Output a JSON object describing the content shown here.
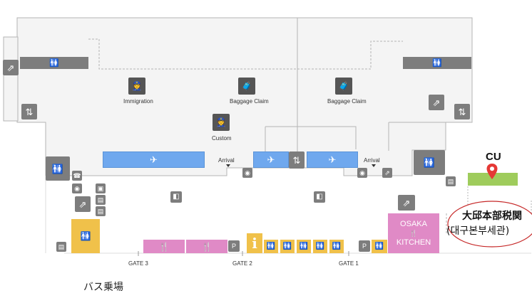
{
  "labels": {
    "immigration": "Immigration",
    "baggage_claim_left": "Baggage Claim",
    "baggage_claim_right": "Baggage Claim",
    "custom": "Custom",
    "arrival_left": "Arrival",
    "arrival_right": "Arrival",
    "gate3": "GATE 3",
    "gate2": "GATE 2",
    "gate1": "GATE 1",
    "bus_stop": "バス乗場",
    "cu": "CU",
    "customs_office_jp": "大邱本部税関",
    "customs_office_kr": "(대구본부세관)",
    "osaka_kitchen_line1": "OSAKA",
    "osaka_kitchen_line2": "KITCHEN",
    "info": "i"
  },
  "icons": {
    "escalator": "escalator-icon",
    "elevator": "elevator-icon",
    "restroom": "restroom-icon",
    "airplane": "airplane-icon",
    "immigration": "immigration-officer-icon",
    "baggage": "baggage-claim-icon",
    "customs": "customs-officer-icon",
    "restaurant": "fork-knife-icon",
    "parking": "parking-icon",
    "map_pin": "map-pin-icon",
    "info": "information-icon",
    "phone": "phone-icon",
    "bus": "bus-icon",
    "atm": "atm-icon",
    "nursery": "nursery-icon"
  },
  "colors": {
    "floor": "#f4f4f4",
    "wall_line": "#b5b5b5",
    "icon_gray": "#7d7d7d",
    "gate_blue": "#6fa8ee",
    "restaurant_pink": "#e08ac6",
    "amenity_yellow": "#f0c14a",
    "cu_green": "#9fcc5c",
    "pin_red": "#e53935",
    "ellipse_red": "#c62828"
  }
}
